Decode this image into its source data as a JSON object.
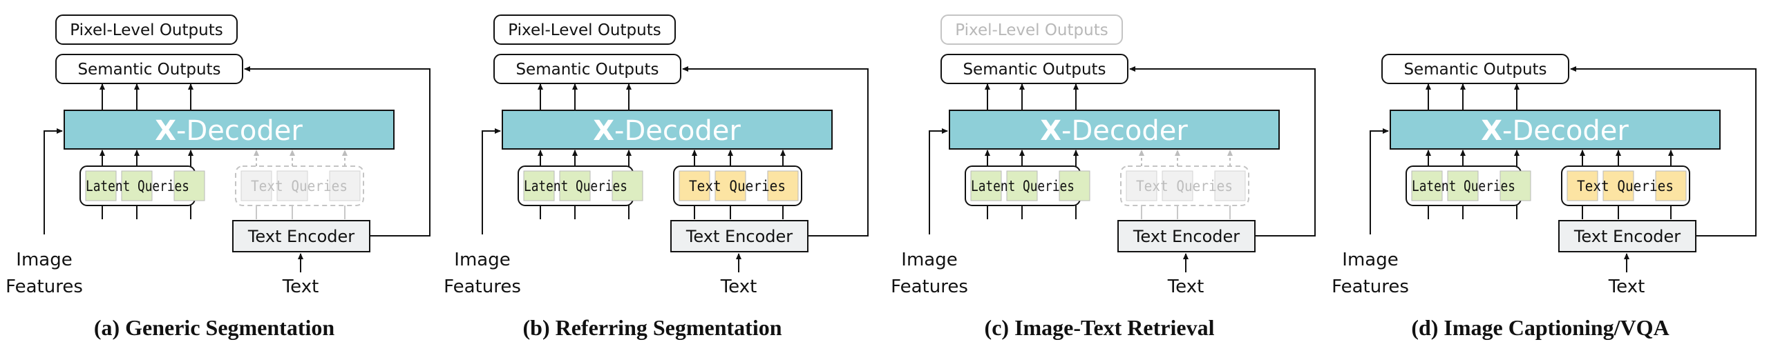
{
  "panels": [
    {
      "caption": "(a) Generic Segmentation",
      "pixel_outputs": "Pixel-Level Outputs",
      "pixel_outputs_active": true,
      "semantic_outputs": "Semantic Outputs",
      "decoder_x": "X",
      "decoder_rest": "-Decoder",
      "latent_label": "Latent Queries",
      "text_label": "Text Queries",
      "text_queries_active": false,
      "encoder": "Text Encoder",
      "text_input": "Text",
      "image_label_1": "Image",
      "image_label_2": "Features"
    },
    {
      "caption": "(b) Referring Segmentation",
      "pixel_outputs": "Pixel-Level Outputs",
      "pixel_outputs_active": true,
      "semantic_outputs": "Semantic Outputs",
      "decoder_x": "X",
      "decoder_rest": "-Decoder",
      "latent_label": "Latent Queries",
      "text_label": "Text Queries",
      "text_queries_active": true,
      "encoder": "Text Encoder",
      "text_input": "Text",
      "image_label_1": "Image",
      "image_label_2": "Features"
    },
    {
      "caption": "(c) Image-Text Retrieval",
      "pixel_outputs": "Pixel-Level Outputs",
      "pixel_outputs_active": false,
      "semantic_outputs": "Semantic Outputs",
      "decoder_x": "X",
      "decoder_rest": "-Decoder",
      "latent_label": "Latent Queries",
      "text_label": "Text Queries",
      "text_queries_active": false,
      "encoder": "Text Encoder",
      "text_input": "Text",
      "image_label_1": "Image",
      "image_label_2": "Features"
    },
    {
      "caption": "(d) Image Captioning/VQA",
      "pixel_outputs": "",
      "pixel_outputs_active": false,
      "semantic_outputs": "Semantic Outputs",
      "decoder_x": "X",
      "decoder_rest": "-Decoder",
      "latent_label": "Latent Queries",
      "text_label": "Text Queries",
      "text_queries_active": true,
      "encoder": "Text Encoder",
      "text_input": "Text",
      "image_label_1": "Image",
      "image_label_2": "Features"
    }
  ],
  "colors": {
    "decoder": "#8ECFD8",
    "decoder_text": "#ffffff",
    "latent_cell": "#DDEDC1",
    "text_cell": "#FCE4A3",
    "inactive_cell": "#F1F1F1",
    "inactive_stroke": "#C8C8C8",
    "encoder": "#EEF0F1",
    "stroke": "#111111"
  }
}
